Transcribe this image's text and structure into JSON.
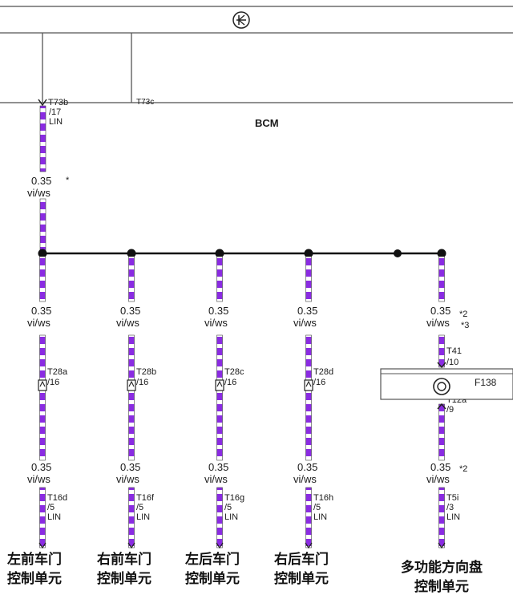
{
  "bcm": {
    "title": "BCM",
    "pin_left": "T73b",
    "pin_left_num": "/17",
    "pin_left_sig": "LIN",
    "pin_right": "T73c"
  },
  "wire": {
    "gauge": "0.35",
    "color_code": "vi/ws",
    "stripe_purple": "#8a2be2",
    "stripe_white": "#ffffff"
  },
  "branches": [
    {
      "key": "lf",
      "c1": "T28a",
      "c1_num": "/16",
      "c2": "T16d",
      "c2_num": "/5",
      "c2_sig": "LIN",
      "unit_line1": "左前车门",
      "unit_line2": "控制单元"
    },
    {
      "key": "rf",
      "c1": "T28b",
      "c1_num": "/16",
      "c2": "T16f",
      "c2_num": "/5",
      "c2_sig": "LIN",
      "unit_line1": "右前车门",
      "unit_line2": "控制单元"
    },
    {
      "key": "lr",
      "c1": "T28c",
      "c1_num": "/16",
      "c2": "T16g",
      "c2_num": "/5",
      "c2_sig": "LIN",
      "unit_line1": "左后车门",
      "unit_line2": "控制单元"
    },
    {
      "key": "rr",
      "c1": "T28d",
      "c1_num": "/16",
      "c2": "T16h",
      "c2_num": "/5",
      "c2_sig": "LIN",
      "unit_line1": "右后车门",
      "unit_line2": "控制单元"
    },
    {
      "key": "mfsw",
      "c1": "T41",
      "c1_num": "/10",
      "c1b": "T12a",
      "c1b_num": "/9",
      "c2": "T5i",
      "c2_num": "/3",
      "c2_sig": "LIN",
      "unit_line1": "多功能方向盘",
      "unit_line2": "控制单元",
      "note_a": "*2",
      "note_b": "*3",
      "note_c": "*2",
      "spring": "F138"
    }
  ],
  "trunk_note": "*"
}
